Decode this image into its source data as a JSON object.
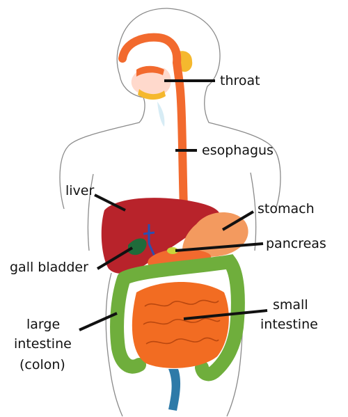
{
  "labels": {
    "throat": "throat",
    "esophagus": "esophagus",
    "liver": "liver",
    "stomach": "stomach",
    "pancreas": "pancreas",
    "gall_bladder": "gall bladder",
    "small_intestine_1": "small",
    "small_intestine_2": "intestine",
    "large_intestine_1": "large",
    "large_intestine_2": "intestine",
    "large_intestine_3": "(colon)"
  },
  "colors": {
    "esophagus": "#f26a2e",
    "liver": "#b8232b",
    "stomach": "#f39a5f",
    "small_intestine": "#f26c22",
    "colon": "#6fae3c",
    "gall_bladder": "#1f6b3a",
    "salivary_gland": "#f5b82e",
    "rectum": "#2e7aa8"
  }
}
